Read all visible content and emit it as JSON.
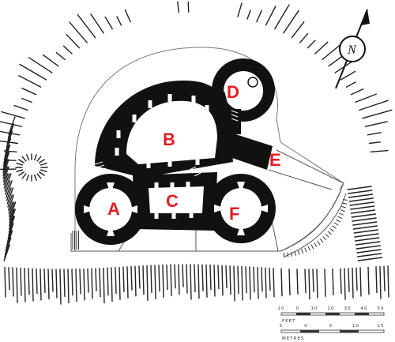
{
  "plan": {
    "labels": [
      {
        "id": "A",
        "text": "A"
      },
      {
        "id": "B",
        "text": "B"
      },
      {
        "id": "C",
        "text": "C"
      },
      {
        "id": "D",
        "text": "D"
      },
      {
        "id": "E",
        "text": "E"
      },
      {
        "id": "F",
        "text": "F"
      }
    ],
    "north_symbol": "N"
  },
  "scale_bar": {
    "feet": {
      "unit_label": "FEET",
      "ticks": [
        "10",
        "0",
        "10",
        "20",
        "30",
        "40",
        "50"
      ]
    },
    "metres": {
      "unit_label": "METRES",
      "ticks": [
        "5",
        "0",
        "5",
        "10",
        "15"
      ]
    }
  },
  "colors": {
    "label": "#e31e24",
    "masonry": "#111111",
    "line": "#444444"
  }
}
